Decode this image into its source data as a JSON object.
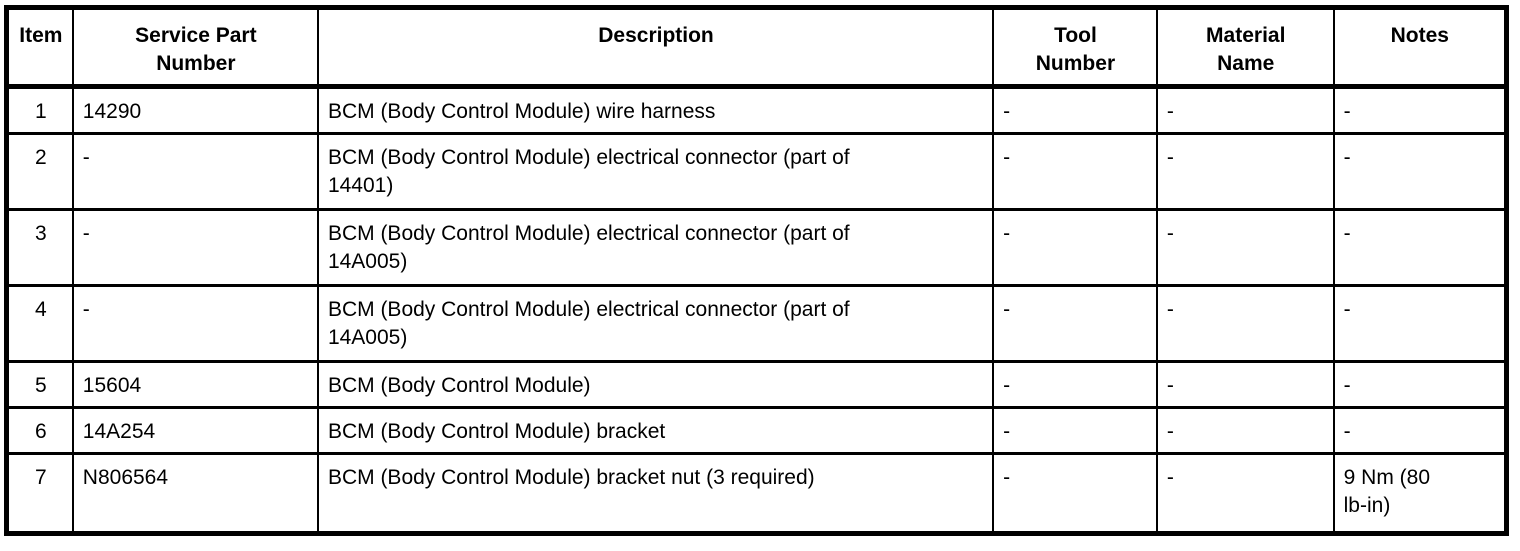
{
  "table": {
    "columns": [
      {
        "label": "Item"
      },
      {
        "label": "Service Part\nNumber"
      },
      {
        "label": "Description"
      },
      {
        "label": "Tool\nNumber"
      },
      {
        "label": "Material\nName"
      },
      {
        "label": "Notes"
      }
    ],
    "rows": [
      {
        "item": "1",
        "service_part_number": "14290",
        "description": "BCM (Body Control Module) wire harness",
        "tool_number": "-",
        "material_name": "-",
        "notes": "-"
      },
      {
        "item": "2",
        "service_part_number": "-",
        "description": "BCM (Body Control Module) electrical connector (part of\n14401)",
        "tool_number": "-",
        "material_name": "-",
        "notes": "-"
      },
      {
        "item": "3",
        "service_part_number": "-",
        "description": "BCM (Body Control Module) electrical connector (part of\n14A005)",
        "tool_number": "-",
        "material_name": "-",
        "notes": "-"
      },
      {
        "item": "4",
        "service_part_number": "-",
        "description": "BCM (Body Control Module) electrical connector (part of\n14A005)",
        "tool_number": "-",
        "material_name": "-",
        "notes": "-"
      },
      {
        "item": "5",
        "service_part_number": "15604",
        "description": "BCM (Body Control Module)",
        "tool_number": "-",
        "material_name": "-",
        "notes": "-"
      },
      {
        "item": "6",
        "service_part_number": "14A254",
        "description": "BCM (Body Control Module) bracket",
        "tool_number": "-",
        "material_name": "-",
        "notes": "-"
      },
      {
        "item": "7",
        "service_part_number": "N806564",
        "description": "BCM (Body Control Module) bracket nut (3 required)",
        "tool_number": "-",
        "material_name": "-",
        "notes": "9 Nm (80\nlb-in)"
      }
    ]
  }
}
